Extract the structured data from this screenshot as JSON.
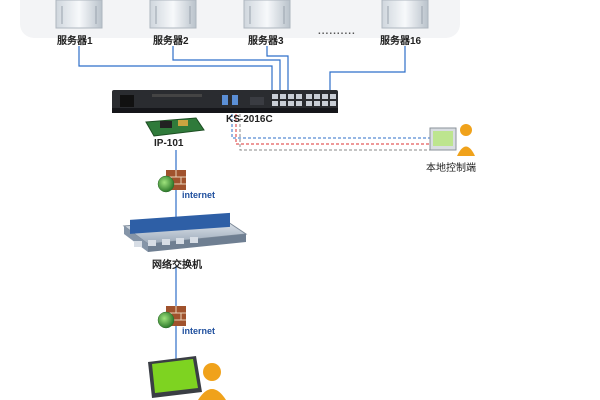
{
  "servers": [
    {
      "label": "服务器1"
    },
    {
      "label": "服务器2"
    },
    {
      "label": "服务器3"
    },
    {
      "label": "服务器16"
    }
  ],
  "ellipsis": "..........",
  "kvm_switch": {
    "label": "KS-2016C"
  },
  "ip_module": {
    "label": "IP-101"
  },
  "internet_top": {
    "label": "internet"
  },
  "network_switch": {
    "label": "网络交换机"
  },
  "internet_bottom": {
    "label": "internet"
  },
  "local_console": {
    "label": "本地控制端"
  },
  "colors": {
    "link_blue": "#2e6fc9",
    "local_red": "#d33",
    "local_gray": "#888"
  }
}
